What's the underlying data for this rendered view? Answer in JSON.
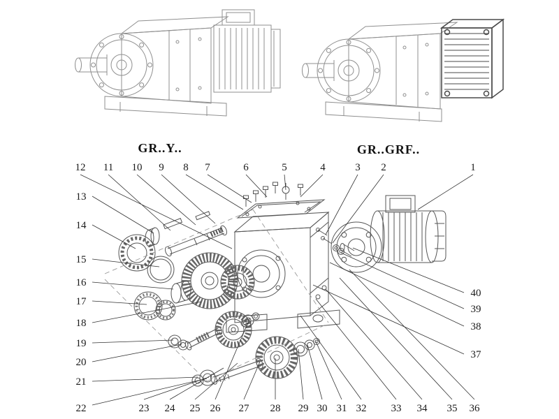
{
  "diagram": {
    "variant_labels": {
      "left": "GR..Y..",
      "right": "GR..GRF.."
    },
    "colors": {
      "background": "#ffffff",
      "line_art": "#8f8f8f",
      "exploded_ink": "#555555",
      "leader_line": "#333333",
      "text": "#1a1a1a"
    }
  },
  "callouts": {
    "top": [
      "12",
      "11",
      "10",
      "9",
      "8",
      "7",
      "6",
      "5",
      "4",
      "3",
      "2",
      "1"
    ],
    "left": [
      "13",
      "14",
      "15",
      "16",
      "17",
      "18",
      "19",
      "20",
      "21",
      "22"
    ],
    "bottom": [
      "23",
      "24",
      "25",
      "26",
      "27",
      "28",
      "29",
      "30",
      "31",
      "32",
      "33",
      "34",
      "35",
      "36"
    ],
    "right": [
      "40",
      "39",
      "38",
      "37"
    ]
  }
}
